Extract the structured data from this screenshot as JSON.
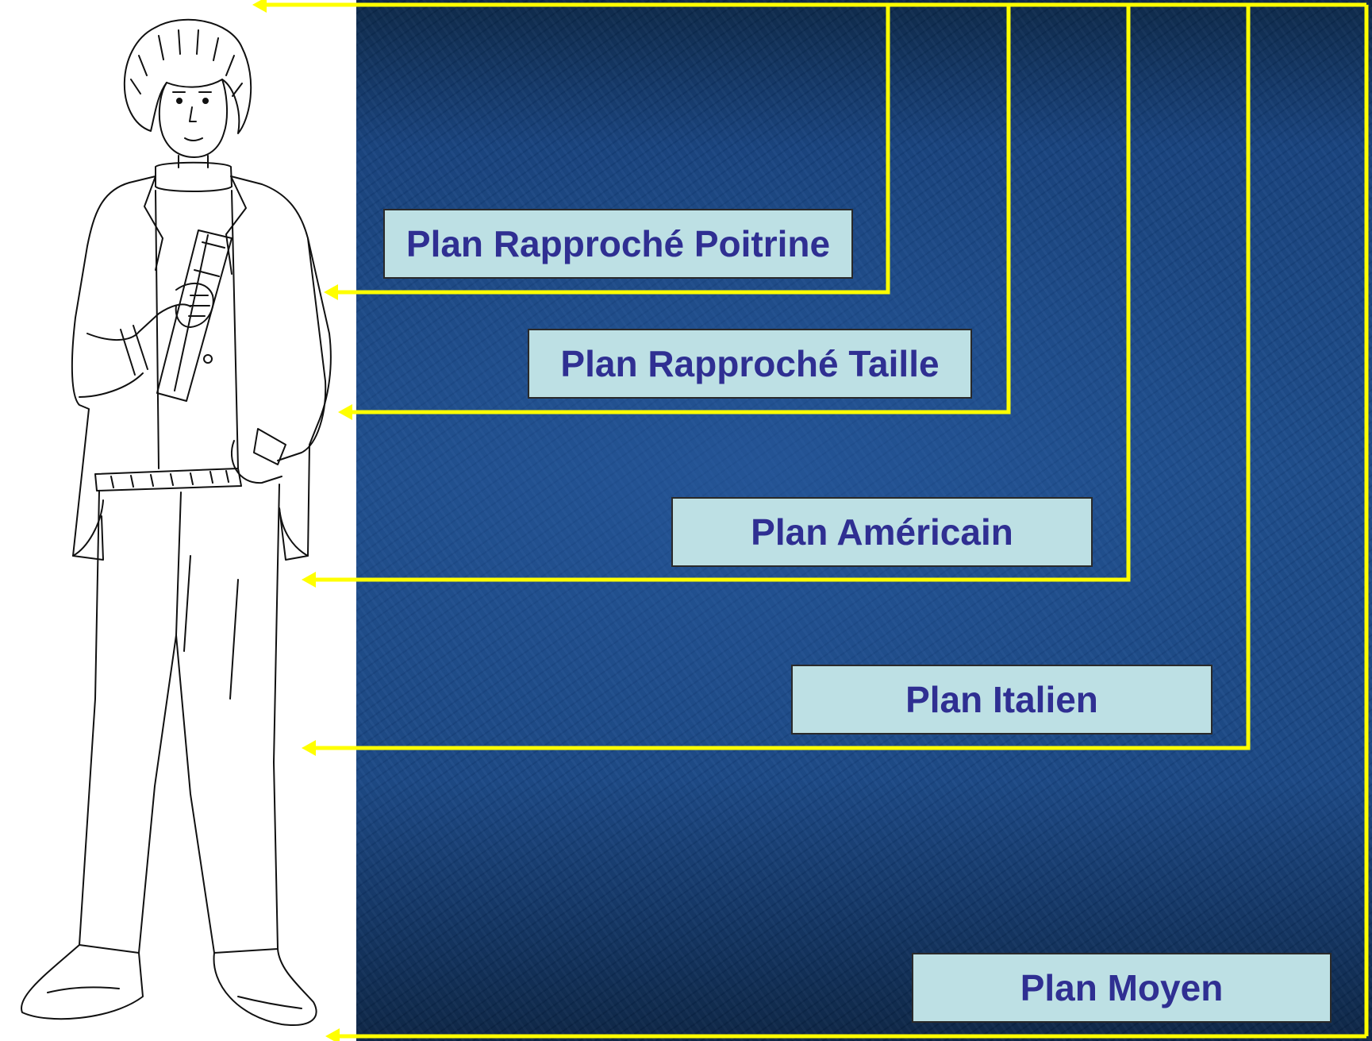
{
  "diagram": {
    "labels": {
      "poitrine": "Plan Rapproché Poitrine",
      "taille": "Plan Rapproché Taille",
      "americain": "Plan Américain",
      "italien": "Plan Italien",
      "moyen": "Plan Moyen"
    },
    "colors": {
      "connector": "#ffff00",
      "label_background": "#bde0e4",
      "label_text": "#2f2f92",
      "background": "#1c4b8a"
    },
    "illustration": "line drawing of a standing man holding a rolled newspaper"
  }
}
